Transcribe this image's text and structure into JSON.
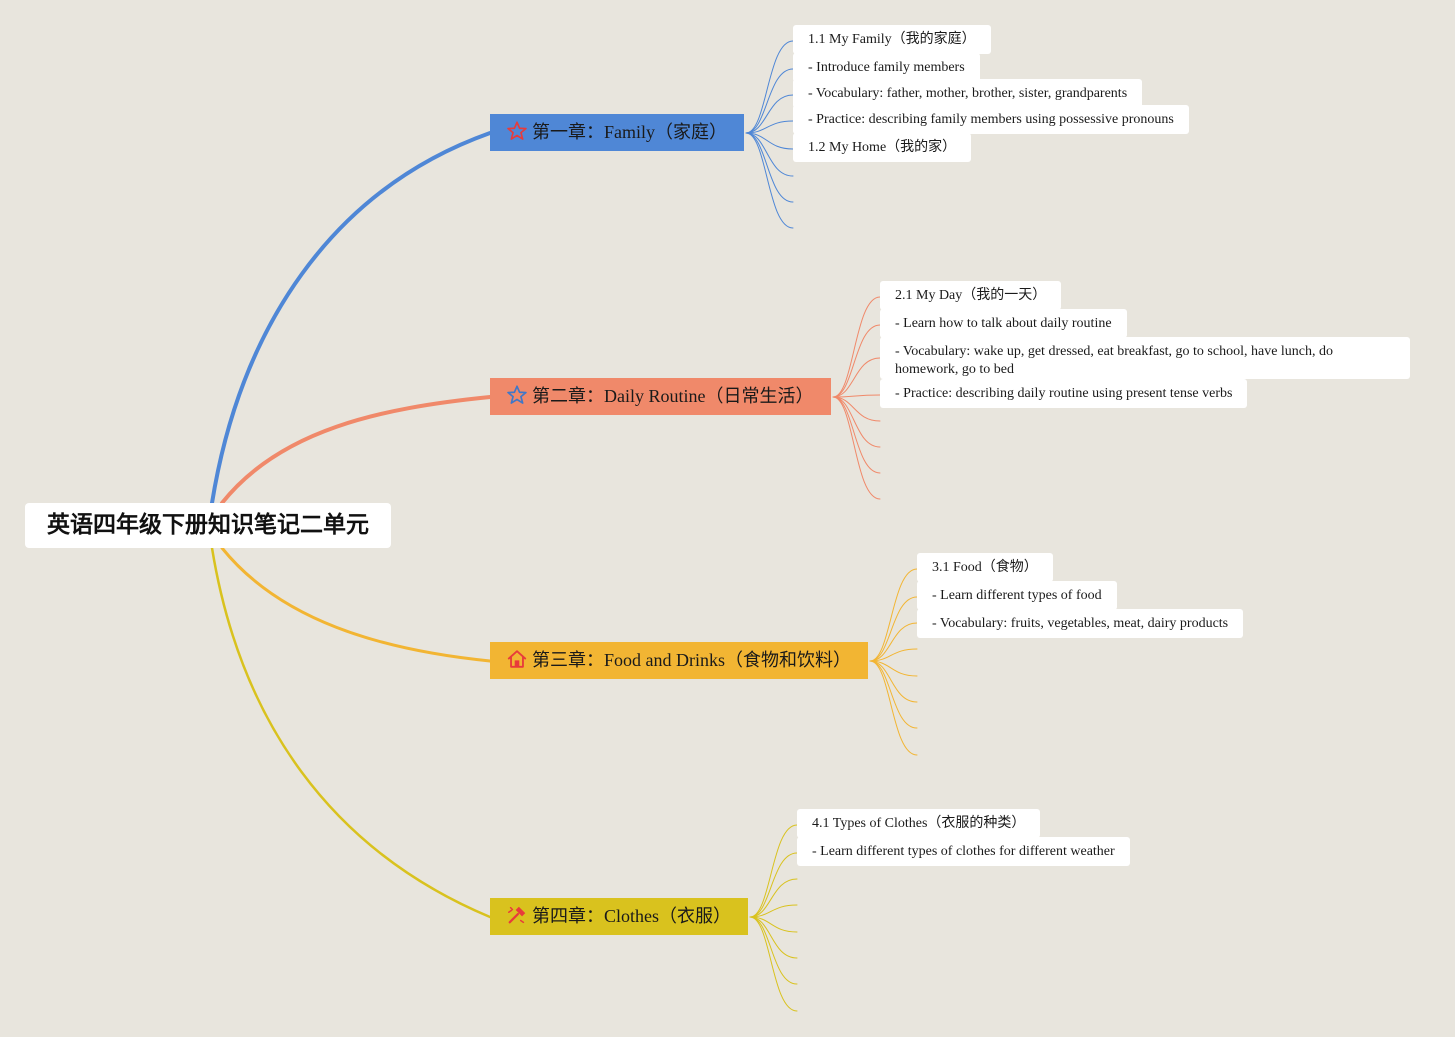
{
  "root": {
    "title": "英语四年级下册知识笔记二单元"
  },
  "colors": {
    "background": "#e8e5dd",
    "chapter1": "#4f87d6",
    "chapter2": "#f0896a",
    "chapter3": "#f2b533",
    "chapter4": "#d9c21e",
    "icon_red": "#e83b3b",
    "icon_blue": "#3f77c8"
  },
  "chapters": [
    {
      "label": "第一章：Family（家庭）",
      "icon": "star-outline-icon",
      "items": [
        "1.1 My Family（我的家庭）",
        "- Introduce family members",
        "- Vocabulary: father, mother, brother, sister, grandparents",
        "- Practice: describing family members using possessive pronouns",
        "1.2 My Home（我的家）"
      ]
    },
    {
      "label": "第二章：Daily Routine（日常生活）",
      "icon": "star-outline-icon",
      "items": [
        "2.1 My Day（我的一天）",
        "- Learn how to talk about daily routine",
        "- Vocabulary: wake up, get dressed, eat breakfast, go to school, have lunch, do homework, go to bed",
        "- Practice: describing daily routine using present tense verbs"
      ]
    },
    {
      "label": "第三章：Food and Drinks（食物和饮料）",
      "icon": "house-icon",
      "items": [
        "3.1 Food（食物）",
        "- Learn different types of food",
        "- Vocabulary: fruits, vegetables, meat, dairy products"
      ]
    },
    {
      "label": "第四章：Clothes（衣服）",
      "icon": "hammer-icon",
      "items": [
        "4.1 Types of Clothes（衣服的种类）",
        "- Learn different types of clothes for different weather"
      ]
    }
  ]
}
